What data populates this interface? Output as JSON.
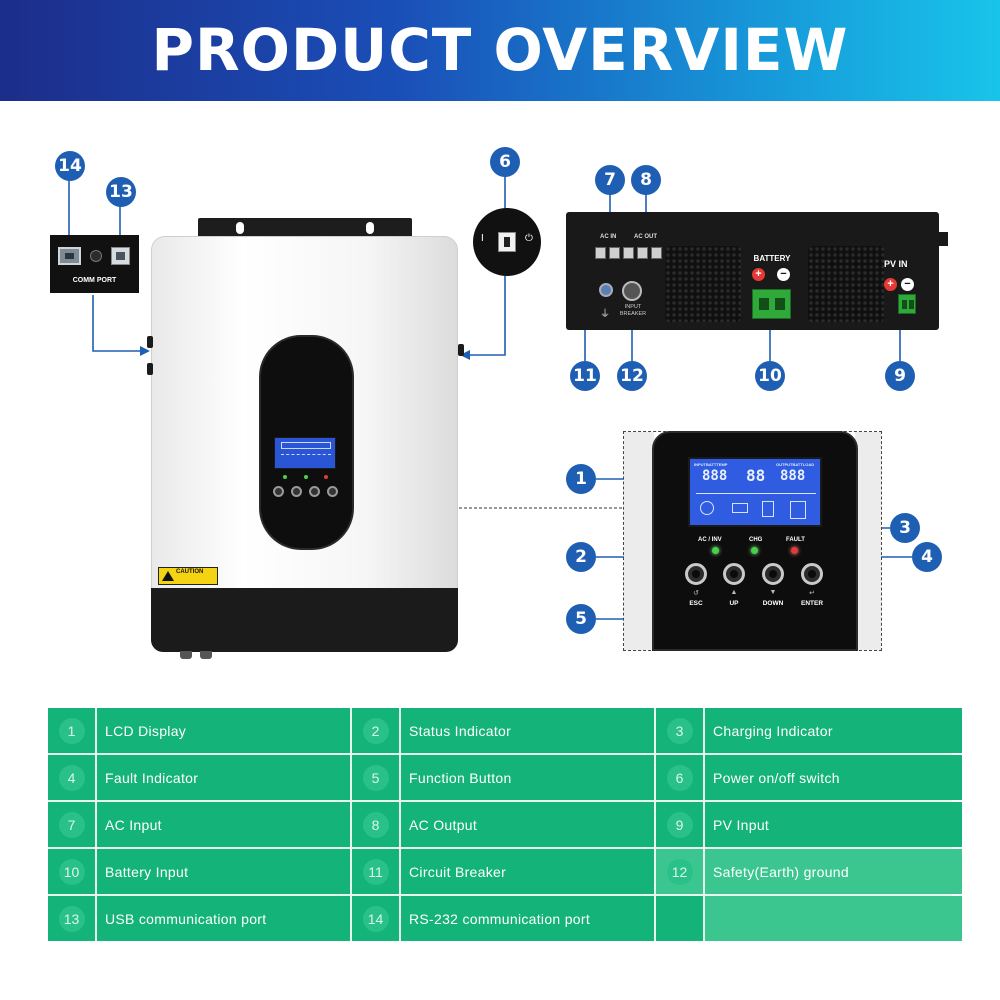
{
  "banner": {
    "title": "PRODUCT OVERVIEW"
  },
  "callouts": [
    "1",
    "2",
    "3",
    "4",
    "5",
    "6",
    "7",
    "8",
    "9",
    "10",
    "11",
    "12",
    "13",
    "14"
  ],
  "device": {
    "comm_port_label": "COMM PORT",
    "caution_label": "CAUTION",
    "switch_on_glyph": "I",
    "switch_power_glyph": "⏻",
    "battery_label": "BATTERY",
    "pv_label": "PV  IN",
    "input_breaker_label": "INPUT BREAKER",
    "ac_in_label": "AC  IN",
    "ac_out_label": "AC  OUT",
    "lcd_top_text": "INPUTBATTTEMP",
    "lcd_out_text": "OUTPUTBATTLOAD",
    "lcd_digits_left": "888",
    "lcd_digits_mid": "88",
    "lcd_digits_right": "888",
    "indicators": {
      "ac_inv": "AC / INV",
      "chg": "CHG",
      "fault": "FAULT"
    },
    "buttons": [
      "ESC",
      "UP",
      "DOWN",
      "ENTER"
    ],
    "button_glyphs": [
      "↺",
      "▲",
      "▼",
      "↵"
    ]
  },
  "legend": [
    {
      "num": "1",
      "label": "LCD Display"
    },
    {
      "num": "2",
      "label": "Status Indicator"
    },
    {
      "num": "3",
      "label": "Charging Indicator"
    },
    {
      "num": "4",
      "label": "Fault Indicator"
    },
    {
      "num": "5",
      "label": "Function Button"
    },
    {
      "num": "6",
      "label": "Power on/off switch"
    },
    {
      "num": "7",
      "label": "AC Input"
    },
    {
      "num": "8",
      "label": "AC Output"
    },
    {
      "num": "9",
      "label": "PV Input"
    },
    {
      "num": "10",
      "label": "Battery Input"
    },
    {
      "num": "11",
      "label": "Circuit Breaker"
    },
    {
      "num": "12",
      "label": "Safety(Earth) ground"
    },
    {
      "num": "13",
      "label": "USB communication port"
    },
    {
      "num": "14",
      "label": "RS-232 communication port"
    }
  ],
  "colors": {
    "banner_start": "#1c2d8a",
    "banner_end": "#18c4ea",
    "callout": "#1f5fb3",
    "table_green": "#13b37a",
    "led_green": "#4bd04b",
    "led_red": "#e53935",
    "battery_plus": "#e53935"
  }
}
